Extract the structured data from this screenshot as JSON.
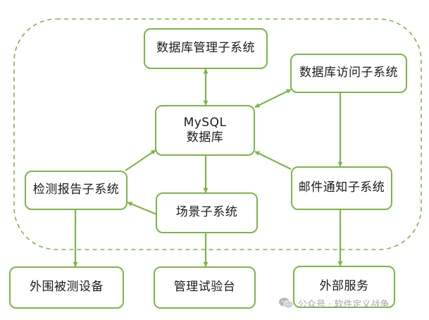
{
  "diagram": {
    "accent_color": "#7ab648",
    "nodes": {
      "db_mgmt": "数据库管理子系统",
      "db_access": "数据库访问子系统",
      "mysql_line1": "MySQL",
      "mysql_line2": "数据库",
      "report": "检测报告子系统",
      "mail": "邮件通知子系统",
      "scene": "场景子系统",
      "peripheral": "外围被测设备",
      "testbench": "管理试验台",
      "external": "外部服务"
    }
  },
  "watermark": {
    "icon": "wechat-icon",
    "text": "公众号 · 软件定义战争"
  }
}
